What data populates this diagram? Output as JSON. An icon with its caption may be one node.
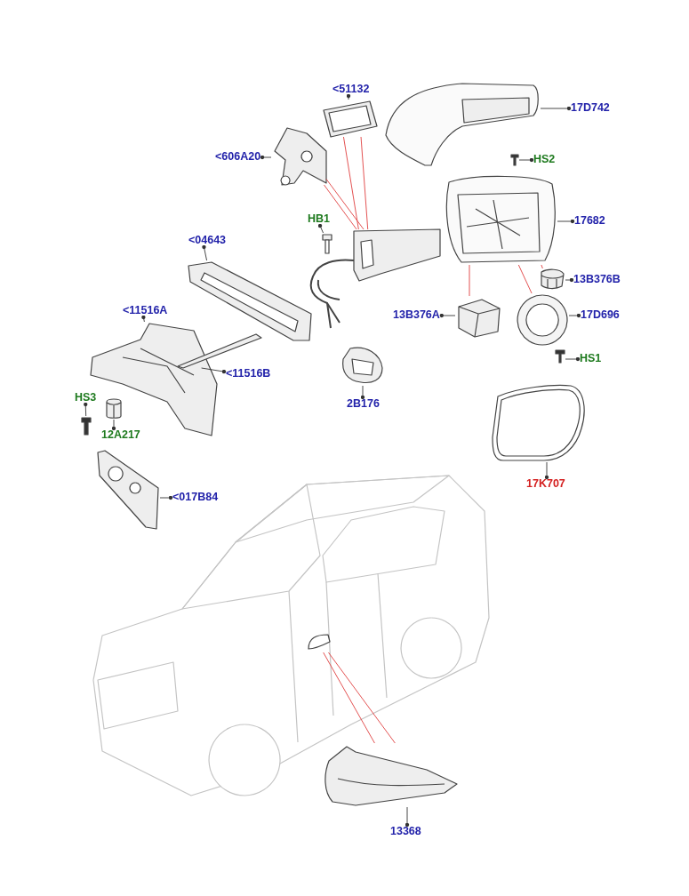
{
  "diagram": {
    "nodes": [
      {
        "text": [
          "<51132"
        ]
      },
      {
        "text": [
          "17D742"
        ]
      },
      {
        "text": [
          "<606A20"
        ]
      },
      {
        "text": [
          "HS2"
        ]
      },
      {
        "text": [
          "17682"
        ]
      },
      {
        "text": [
          "HB1"
        ]
      },
      {
        "text": [
          "<04643"
        ]
      },
      {
        "text": [
          "13B376B"
        ]
      },
      {
        "text": [
          "<11516A"
        ]
      },
      {
        "text": [
          "13B376A"
        ]
      },
      {
        "text": [
          "17D696"
        ]
      },
      {
        "text": [
          "HS1"
        ]
      },
      {
        "text": [
          "<11516B"
        ]
      },
      {
        "text": [
          "2B176"
        ]
      },
      {
        "text": [
          "HS3"
        ]
      },
      {
        "text": [
          "12A217"
        ]
      },
      {
        "text": [
          "17K707"
        ]
      },
      {
        "text": [
          "<017B84"
        ]
      },
      {
        "text": [
          "13368"
        ]
      },
      {
        "text": [],
        "shape": "picture"
      },
      {
        "text": [],
        "shape": "picture"
      },
      {
        "text": [],
        "shape": "picture"
      },
      {
        "text": [],
        "shape": "picture"
      },
      {
        "text": [],
        "shape": "picture"
      },
      {
        "text": [],
        "shape": "picture"
      },
      {
        "text": [],
        "shape": "picture"
      },
      {
        "text": [],
        "shape": "picture"
      },
      {
        "text": [],
        "shape": "picture"
      },
      {
        "text": [],
        "shape": "picture"
      },
      {
        "text": [],
        "shape": "picture"
      },
      {
        "text": [],
        "shape": "picture"
      },
      {
        "text": [],
        "shape": "picture"
      },
      {
        "text": [],
        "shape": "picture"
      },
      {
        "text": [],
        "shape": "picture"
      },
      {
        "text": [],
        "shape": "picture"
      },
      {
        "text": [],
        "shape": "picture"
      },
      {
        "text": [],
        "shape": "picture"
      },
      {
        "text": [],
        "shape": "picture"
      },
      {
        "text": [],
        "shape": "picture"
      },
      {
        "text": [],
        "shape": "picture",
        "in": 38
      },
      {
        "text": [],
        "shape": "picture"
      }
    ],
    "edges": [
      {
        "from": 0,
        "to": 19,
        "arrow": "other"
      },
      {
        "from": 1,
        "to": 20,
        "arrow": "other"
      },
      {
        "from": 2,
        "to": 21,
        "arrow": "other"
      },
      {
        "from": 3,
        "to": 22,
        "arrow": "other"
      },
      {
        "from": 4,
        "to": 23,
        "arrow": "other"
      },
      {
        "from": 5,
        "to": 24,
        "arrow": "other"
      },
      {
        "from": 6,
        "to": 26,
        "arrow": "other"
      },
      {
        "from": 7,
        "to": 27,
        "arrow": "other"
      },
      {
        "from": 8,
        "to": 28,
        "arrow": "other"
      },
      {
        "from": 9,
        "to": 29,
        "arrow": "other"
      },
      {
        "from": 10,
        "to": 30,
        "arrow": "other"
      },
      {
        "from": 11,
        "to": 31,
        "arrow": "other"
      },
      {
        "from": 12,
        "to": 32,
        "arrow": "other"
      },
      {
        "from": 13,
        "to": 33,
        "arrow": "other"
      },
      {
        "from": 14,
        "to": 34,
        "arrow": "other"
      },
      {
        "from": 15,
        "to": 35,
        "arrow": "other"
      },
      {
        "from": 16,
        "to": 37,
        "arrow": "other"
      },
      {
        "from": 17,
        "to": 36,
        "arrow": "other"
      },
      {
        "from": 18,
        "to": 40,
        "arrow": "other"
      },
      {
        "from": 19,
        "to": 25,
        "arrow": "none",
        "color": "#e04040"
      },
      {
        "from": 19,
        "to": 25,
        "arrow": "none",
        "color": "#e04040"
      },
      {
        "from": 21,
        "to": 25,
        "arrow": "none",
        "color": "#e04040"
      },
      {
        "from": 21,
        "to": 25,
        "arrow": "none",
        "color": "#e04040"
      },
      {
        "from": 29,
        "to": 23,
        "arrow": "none",
        "color": "#e04040"
      },
      {
        "from": 30,
        "to": 23,
        "arrow": "none",
        "color": "#e04040"
      },
      {
        "from": 27,
        "to": 23,
        "arrow": "none",
        "color": "#e04040"
      },
      {
        "from": 39,
        "to": 40,
        "arrow": "none",
        "color": "#e04040"
      },
      {
        "from": 39,
        "to": 40,
        "arrow": "none",
        "color": "#e04040"
      }
    ]
  }
}
